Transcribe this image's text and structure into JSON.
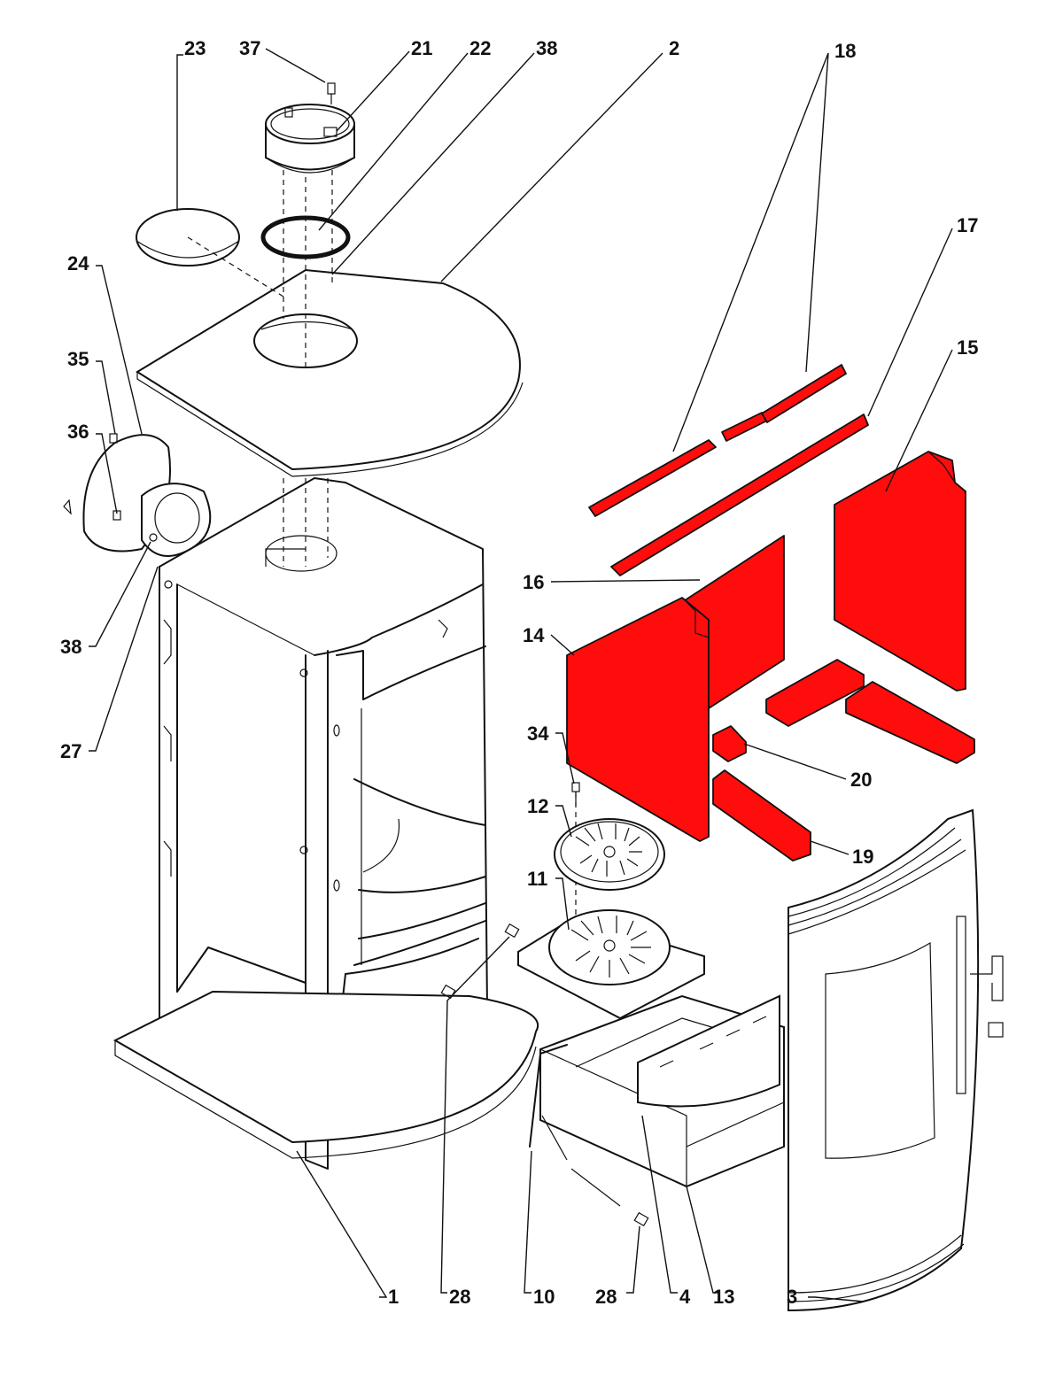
{
  "colors": {
    "brick": "#ff0d0d",
    "line": "#111111",
    "background": "#ffffff"
  },
  "labels": {
    "n23": "23",
    "n37": "37",
    "n21": "21",
    "n22": "22",
    "n38a": "38",
    "n2": "2",
    "n18": "18",
    "n17": "17",
    "n15": "15",
    "n24": "24",
    "n35": "35",
    "n36": "36",
    "n38b": "38",
    "n27": "27",
    "n16": "16",
    "n14": "14",
    "n34": "34",
    "n20": "20",
    "n12": "12",
    "n19": "19",
    "n11": "11",
    "n1": "1",
    "n28a": "28",
    "n10": "10",
    "n28b": "28",
    "n4": "4",
    "n13": "13",
    "n3": "3"
  }
}
